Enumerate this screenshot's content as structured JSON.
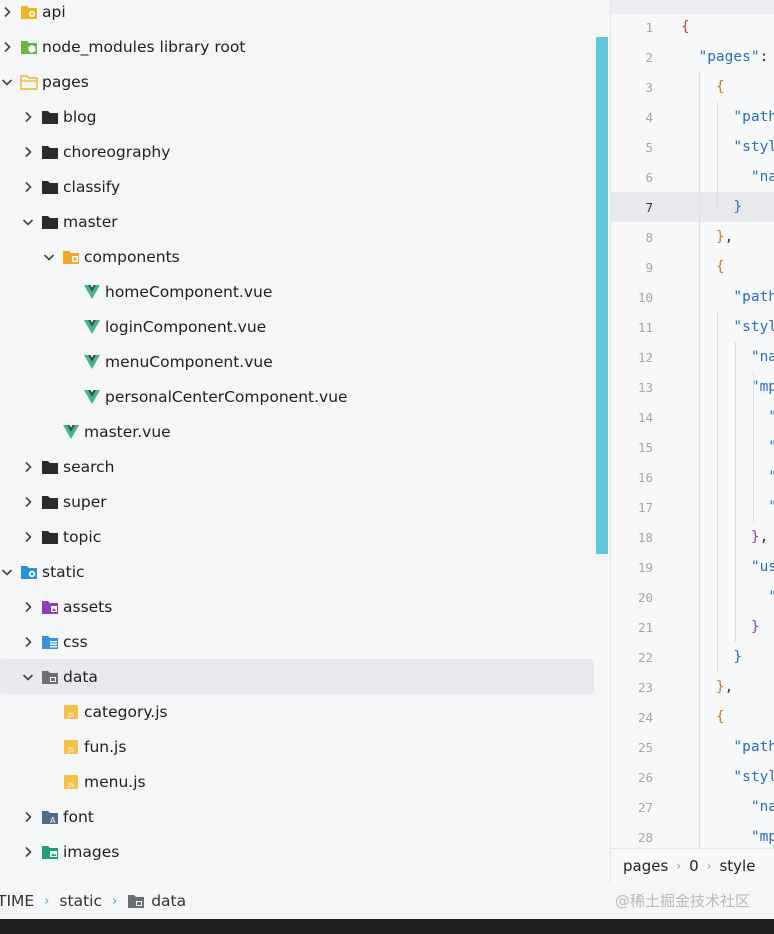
{
  "explorer": {
    "rows": [
      {
        "label": "api",
        "depth": 0,
        "chevron": "right",
        "icon": "api-folder-icon",
        "color": "#f0b429"
      },
      {
        "label": "node_modules  library root",
        "depth": 0,
        "chevron": "right",
        "icon": "node-folder-icon",
        "color": "#6cb33f"
      },
      {
        "label": "pages",
        "depth": 0,
        "chevron": "down",
        "icon": "open-folder-icon",
        "color": "#f0b429"
      },
      {
        "label": "blog",
        "depth": 1,
        "chevron": "right",
        "icon": "folder-icon",
        "color": "#2b2b2b"
      },
      {
        "label": "choreography",
        "depth": 1,
        "chevron": "right",
        "icon": "folder-icon",
        "color": "#2b2b2b"
      },
      {
        "label": "classify",
        "depth": 1,
        "chevron": "right",
        "icon": "folder-icon",
        "color": "#2b2b2b"
      },
      {
        "label": "master",
        "depth": 1,
        "chevron": "down",
        "icon": "folder-icon",
        "color": "#2b2b2b"
      },
      {
        "label": "components",
        "depth": 2,
        "chevron": "down",
        "icon": "components-folder-icon",
        "color": "#f0a829"
      },
      {
        "label": "homeComponent.vue",
        "depth": 3,
        "chevron": "none",
        "icon": "vue-file-icon",
        "color": "#41b883"
      },
      {
        "label": "loginComponent.vue",
        "depth": 3,
        "chevron": "none",
        "icon": "vue-file-icon",
        "color": "#41b883"
      },
      {
        "label": "menuComponent.vue",
        "depth": 3,
        "chevron": "none",
        "icon": "vue-file-icon",
        "color": "#41b883"
      },
      {
        "label": "personalCenterComponent.vue",
        "depth": 3,
        "chevron": "none",
        "icon": "vue-file-icon",
        "color": "#41b883"
      },
      {
        "label": "master.vue",
        "depth": 2,
        "chevron": "none",
        "icon": "vue-file-icon",
        "color": "#41b883"
      },
      {
        "label": "search",
        "depth": 1,
        "chevron": "right",
        "icon": "folder-icon",
        "color": "#2b2b2b"
      },
      {
        "label": "super",
        "depth": 1,
        "chevron": "right",
        "icon": "folder-icon",
        "color": "#2b2b2b"
      },
      {
        "label": "topic",
        "depth": 1,
        "chevron": "right",
        "icon": "folder-icon",
        "color": "#2b2b2b"
      },
      {
        "label": "static",
        "depth": 0,
        "chevron": "down",
        "icon": "static-folder-icon",
        "color": "#2d8fd5"
      },
      {
        "label": "assets",
        "depth": 1,
        "chevron": "right",
        "icon": "assets-folder-icon",
        "color": "#8e3fb8"
      },
      {
        "label": "css",
        "depth": 1,
        "chevron": "right",
        "icon": "css-folder-icon",
        "color": "#3a8fe0"
      },
      {
        "label": "data",
        "depth": 1,
        "chevron": "down",
        "icon": "data-folder-icon",
        "color": "#6b6e74",
        "selected": true
      },
      {
        "label": "category.js",
        "depth": 2,
        "chevron": "none",
        "icon": "js-file-icon",
        "color": "#f5c04a"
      },
      {
        "label": "fun.js",
        "depth": 2,
        "chevron": "none",
        "icon": "js-file-icon",
        "color": "#f5c04a"
      },
      {
        "label": "menu.js",
        "depth": 2,
        "chevron": "none",
        "icon": "js-file-icon",
        "color": "#f5c04a"
      },
      {
        "label": "font",
        "depth": 1,
        "chevron": "right",
        "icon": "font-folder-icon",
        "color": "#4e6b8a"
      },
      {
        "label": "images",
        "depth": 1,
        "chevron": "right",
        "icon": "images-folder-icon",
        "color": "#1aa37a"
      }
    ]
  },
  "editor": {
    "current_line": 7,
    "lines": [
      {
        "n": "1",
        "tokens": [
          {
            "t": "{",
            "c": "c-red"
          }
        ]
      },
      {
        "n": "2",
        "tokens": [
          {
            "t": "  \"pages\"",
            "c": "c-str"
          },
          {
            "t": ":",
            "c": "c-punct"
          }
        ]
      },
      {
        "n": "3",
        "tokens": [
          {
            "t": "    {",
            "c": "c-orange"
          }
        ]
      },
      {
        "n": "4",
        "tokens": [
          {
            "t": "      \"path",
            "c": "c-str"
          }
        ]
      },
      {
        "n": "5",
        "tokens": [
          {
            "t": "      \"styl",
            "c": "c-str"
          }
        ]
      },
      {
        "n": "6",
        "tokens": [
          {
            "t": "        \"na",
            "c": "c-str"
          }
        ]
      },
      {
        "n": "7",
        "tokens": [
          {
            "t": "      }",
            "c": "c-blue"
          }
        ]
      },
      {
        "n": "8",
        "tokens": [
          {
            "t": "    }",
            "c": "c-orange"
          },
          {
            "t": ",",
            "c": "c-punct"
          }
        ]
      },
      {
        "n": "9",
        "tokens": [
          {
            "t": "    {",
            "c": "c-orange"
          }
        ]
      },
      {
        "n": "10",
        "tokens": [
          {
            "t": "      \"path",
            "c": "c-str"
          }
        ]
      },
      {
        "n": "11",
        "tokens": [
          {
            "t": "      \"styl",
            "c": "c-str"
          }
        ]
      },
      {
        "n": "12",
        "tokens": [
          {
            "t": "        \"na",
            "c": "c-str"
          }
        ]
      },
      {
        "n": "13",
        "tokens": [
          {
            "t": "        \"mp",
            "c": "c-str"
          }
        ]
      },
      {
        "n": "14",
        "tokens": [
          {
            "t": "          \"",
            "c": "c-str"
          }
        ]
      },
      {
        "n": "15",
        "tokens": [
          {
            "t": "          \"",
            "c": "c-str"
          }
        ]
      },
      {
        "n": "16",
        "tokens": [
          {
            "t": "          \"",
            "c": "c-str"
          }
        ]
      },
      {
        "n": "17",
        "tokens": [
          {
            "t": "          \"",
            "c": "c-str"
          }
        ]
      },
      {
        "n": "18",
        "tokens": [
          {
            "t": "        }",
            "c": "c-purple"
          },
          {
            "t": ",",
            "c": "c-punct"
          }
        ]
      },
      {
        "n": "19",
        "tokens": [
          {
            "t": "        \"us",
            "c": "c-str"
          }
        ]
      },
      {
        "n": "20",
        "tokens": [
          {
            "t": "          \"",
            "c": "c-str"
          }
        ]
      },
      {
        "n": "21",
        "tokens": [
          {
            "t": "        }",
            "c": "c-purple"
          }
        ]
      },
      {
        "n": "22",
        "tokens": [
          {
            "t": "      }",
            "c": "c-blue"
          }
        ]
      },
      {
        "n": "23",
        "tokens": [
          {
            "t": "    }",
            "c": "c-orange"
          },
          {
            "t": ",",
            "c": "c-punct"
          }
        ]
      },
      {
        "n": "24",
        "tokens": [
          {
            "t": "    {",
            "c": "c-orange"
          }
        ]
      },
      {
        "n": "25",
        "tokens": [
          {
            "t": "      \"path",
            "c": "c-str"
          }
        ]
      },
      {
        "n": "26",
        "tokens": [
          {
            "t": "      \"styl",
            "c": "c-str"
          }
        ]
      },
      {
        "n": "27",
        "tokens": [
          {
            "t": "        \"na",
            "c": "c-str"
          }
        ]
      },
      {
        "n": "28",
        "tokens": [
          {
            "t": "        \"mp",
            "c": "c-str"
          }
        ]
      }
    ],
    "breadcrumb": [
      "pages",
      "0",
      "style"
    ]
  },
  "statusbar": {
    "root_label": "TIME",
    "path": [
      "static",
      "data"
    ],
    "watermark": "@稀土掘金技术社区",
    "separator_color": "#4aa3d8"
  },
  "colors": {
    "accent_scrollbar": "#5bcbdc",
    "selected_row": "#e8e9ec",
    "background": "#f5f6f8"
  }
}
